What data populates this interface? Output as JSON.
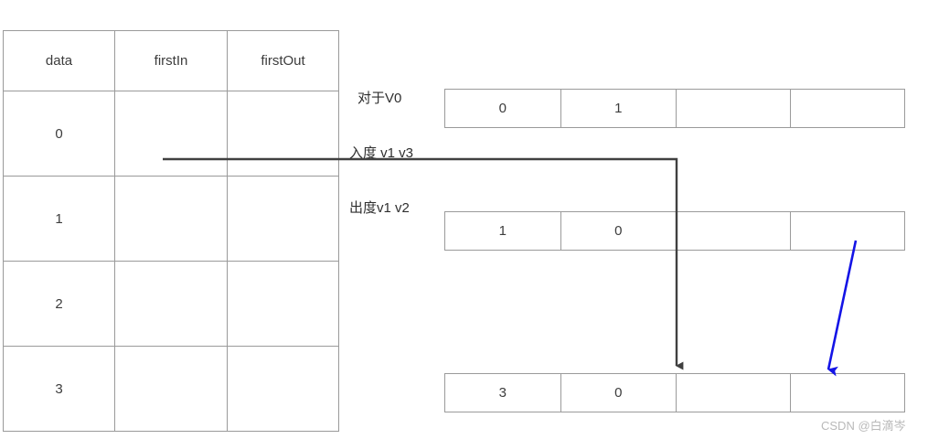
{
  "table": {
    "headers": [
      "data",
      "firstIn",
      "firstOut"
    ],
    "rows": [
      {
        "data": "0",
        "firstIn": "",
        "firstOut": ""
      },
      {
        "data": "1",
        "firstIn": "",
        "firstOut": ""
      },
      {
        "data": "2",
        "firstIn": "",
        "firstOut": ""
      },
      {
        "data": "3",
        "firstIn": "",
        "firstOut": ""
      }
    ]
  },
  "note": {
    "line1": "对于V0",
    "line2": "入度 v1 v3",
    "line3": "出度v1 v2"
  },
  "nodes": [
    {
      "cells": [
        "0",
        "1",
        "",
        ""
      ]
    },
    {
      "cells": [
        "1",
        "0",
        "",
        ""
      ]
    },
    {
      "cells": [
        "3",
        "0",
        "",
        ""
      ]
    }
  ],
  "arrows": {
    "pointer_arrow": {
      "color": "#404040",
      "label": "firstOut-pointer-arrow"
    },
    "blue_arrow": {
      "color": "#1414e6",
      "label": "incoming-edge-arrow"
    }
  },
  "watermark": "CSDN @白滴岑"
}
